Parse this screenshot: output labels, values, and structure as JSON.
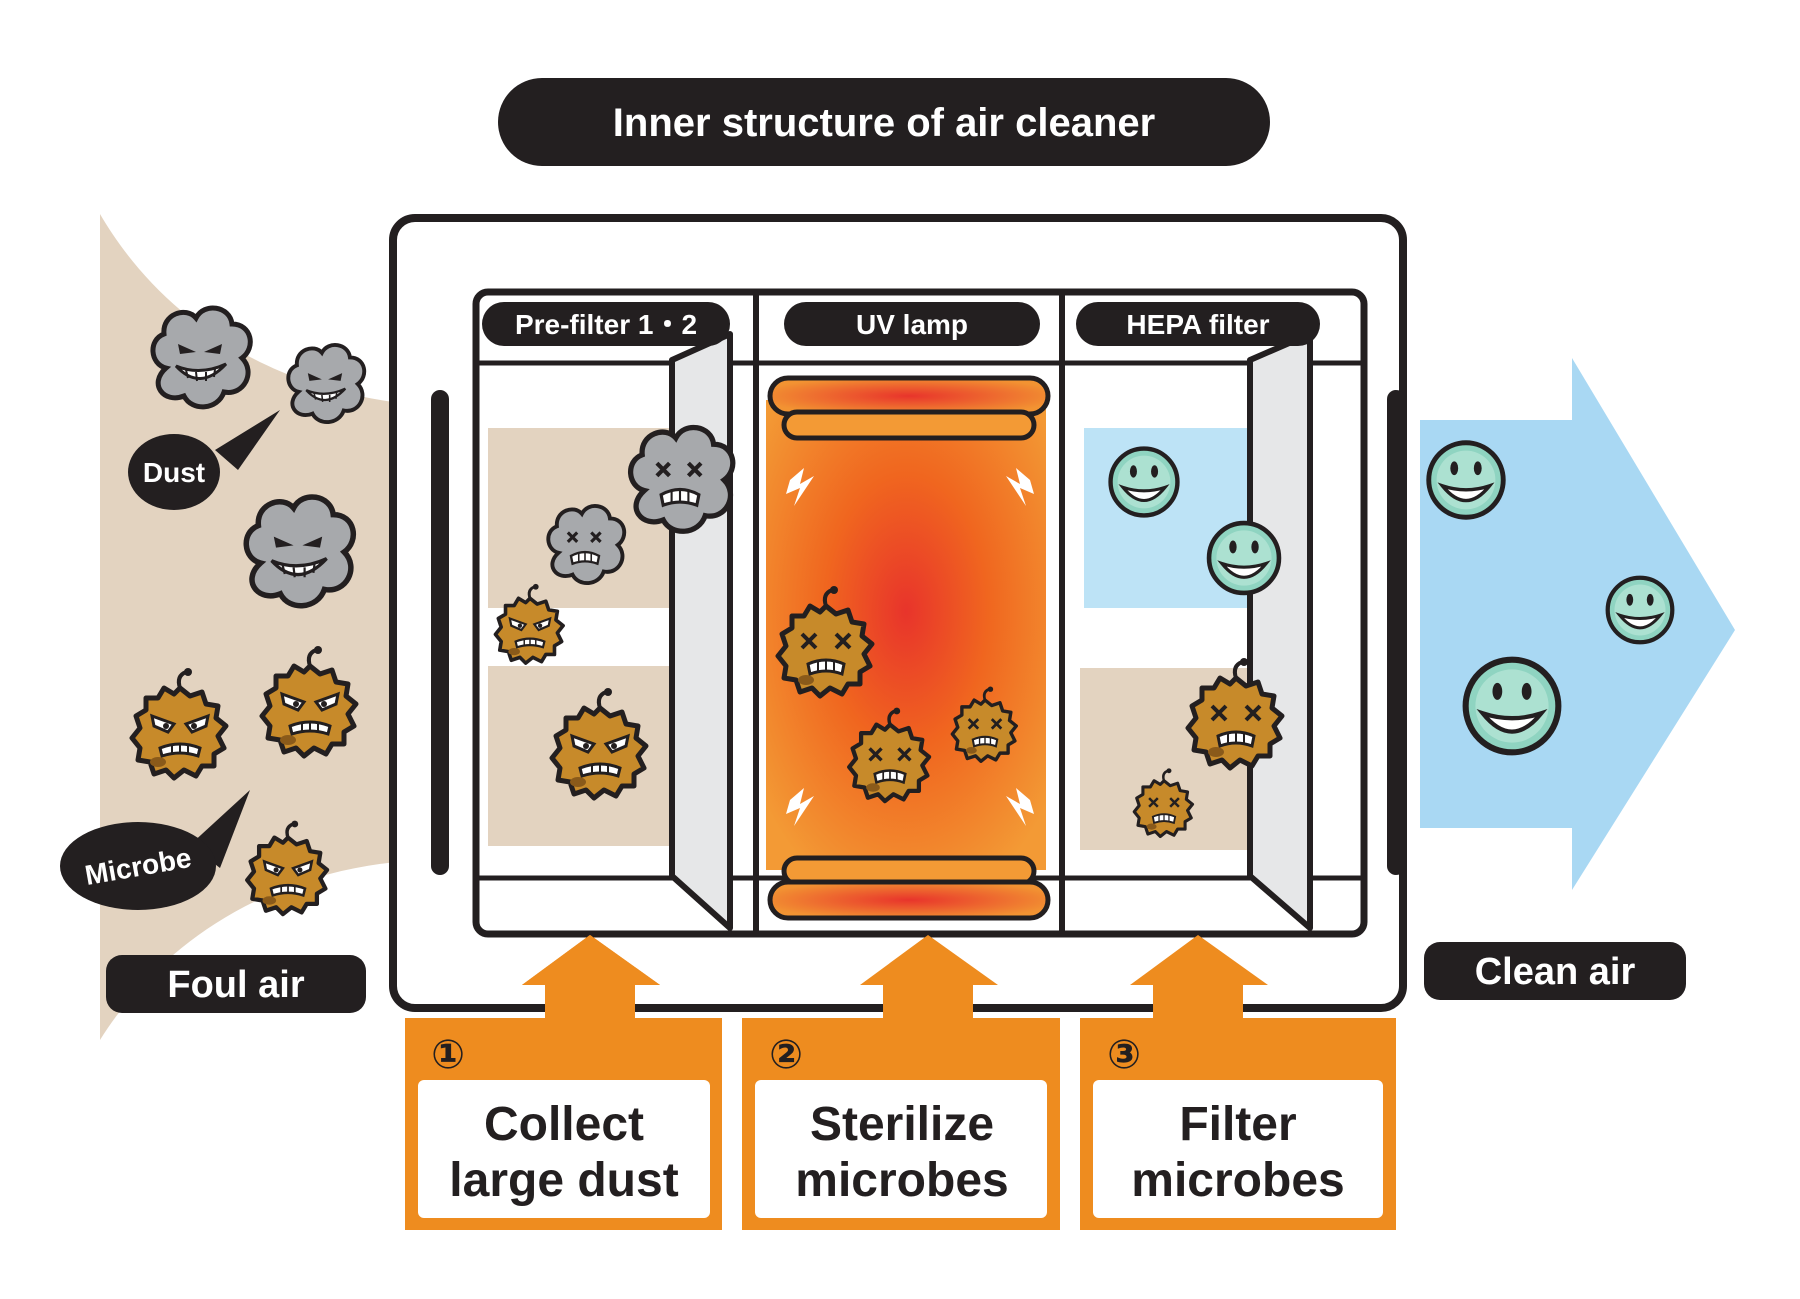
{
  "title": "Inner structure of air cleaner",
  "inlet_label": "Foul air",
  "outlet_label": "Clean air",
  "callouts": {
    "dust": "Dust",
    "microbe": "Microbe"
  },
  "compartments": [
    {
      "label": "Pre-filter 1・2"
    },
    {
      "label": "UV lamp"
    },
    {
      "label": "HEPA filter"
    }
  ],
  "steps": [
    {
      "number": "①",
      "line1": "Collect",
      "line2": "large dust"
    },
    {
      "number": "②",
      "line1": "Sterilize",
      "line2": "microbes"
    },
    {
      "number": "③",
      "line1": "Filter",
      "line2": "microbes"
    }
  ],
  "colors": {
    "dark": "#231f20",
    "orange": "#ee8c1f",
    "uv_center": "#e8342b",
    "uv_mid": "#f0661f",
    "foul_air": "#e3d3c0",
    "clean_air": "#a9d8f3",
    "hepa_panel": "#bde3f6",
    "dust": "#a7a9ac",
    "microbe": "#c78a2a",
    "happy_face": "#8fd4c1"
  },
  "icons": [
    "dust-particle-angry",
    "microbe-angry",
    "microbe-dead",
    "dust-particle-dead",
    "happy-face",
    "lightning-bolt",
    "up-arrow",
    "right-arrow"
  ]
}
